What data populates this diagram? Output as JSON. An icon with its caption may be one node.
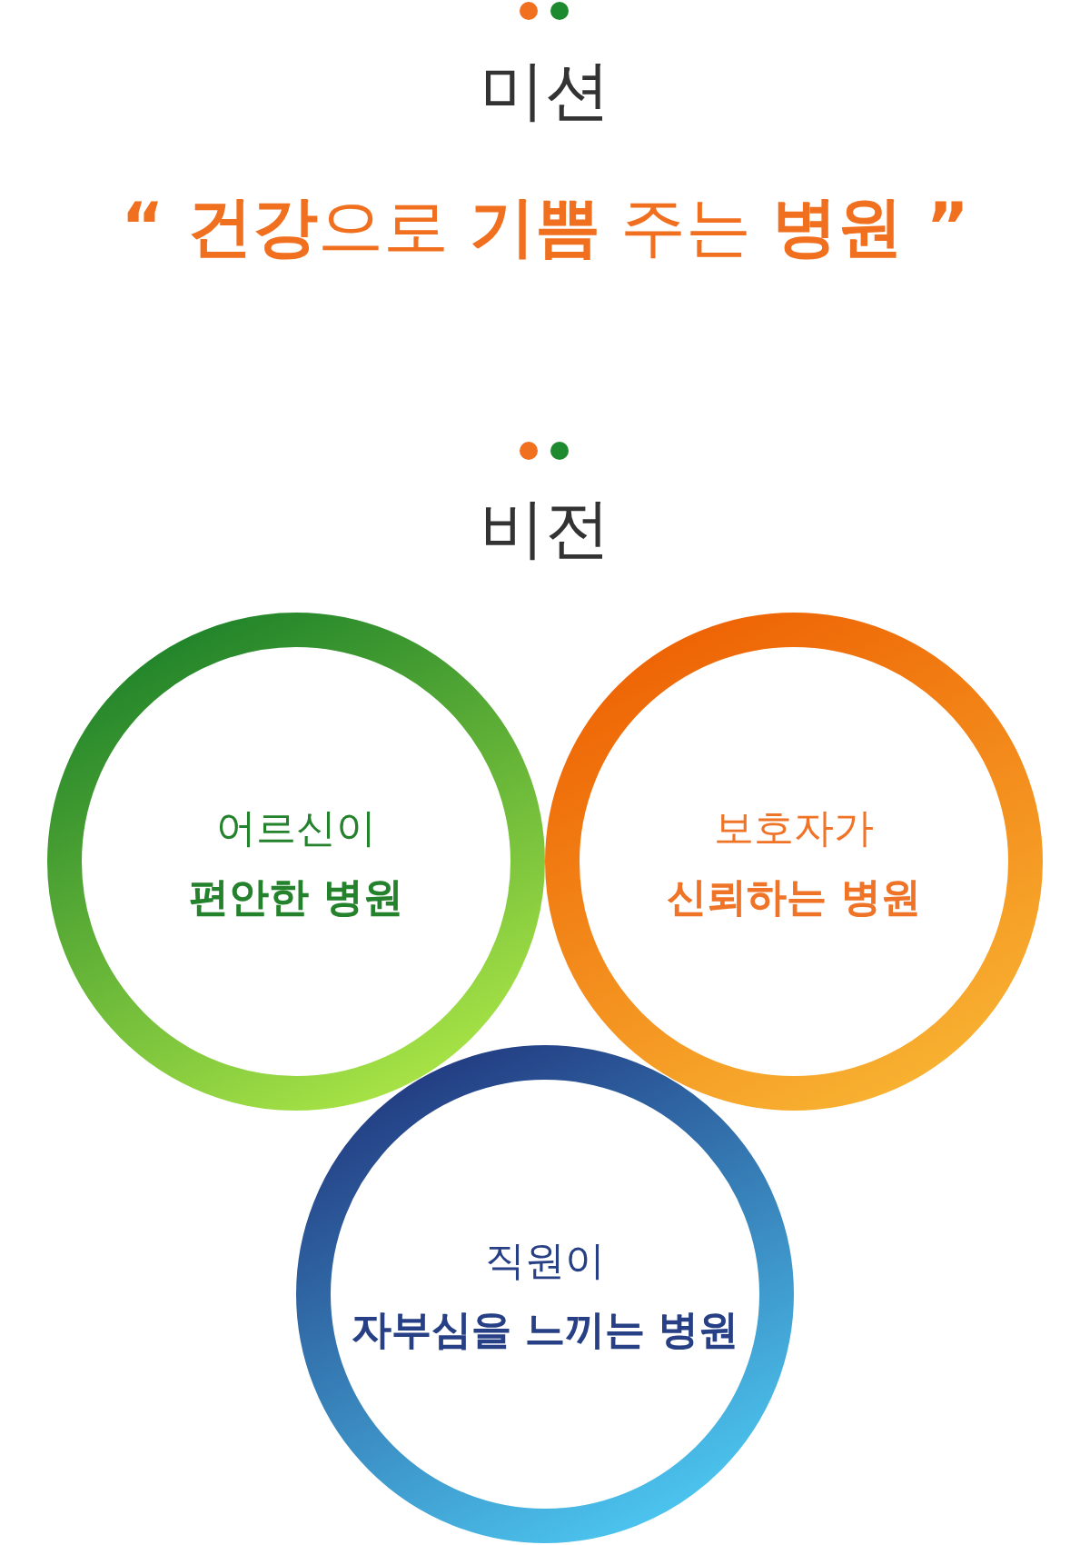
{
  "diagram": {
    "nodes": [
      {
        "text": [
          "어르신이",
          "편안한 병원"
        ]
      },
      {
        "text": [
          "보호자가",
          "신뢰하는 병원"
        ]
      },
      {
        "text": [
          "직원이",
          "자부심을 느끼는 병원"
        ]
      }
    ],
    "labels": [
      "미션",
      "**“ 건강**으로 **기쁨** 주는 **병원 ”**",
      "비전"
    ]
  }
}
